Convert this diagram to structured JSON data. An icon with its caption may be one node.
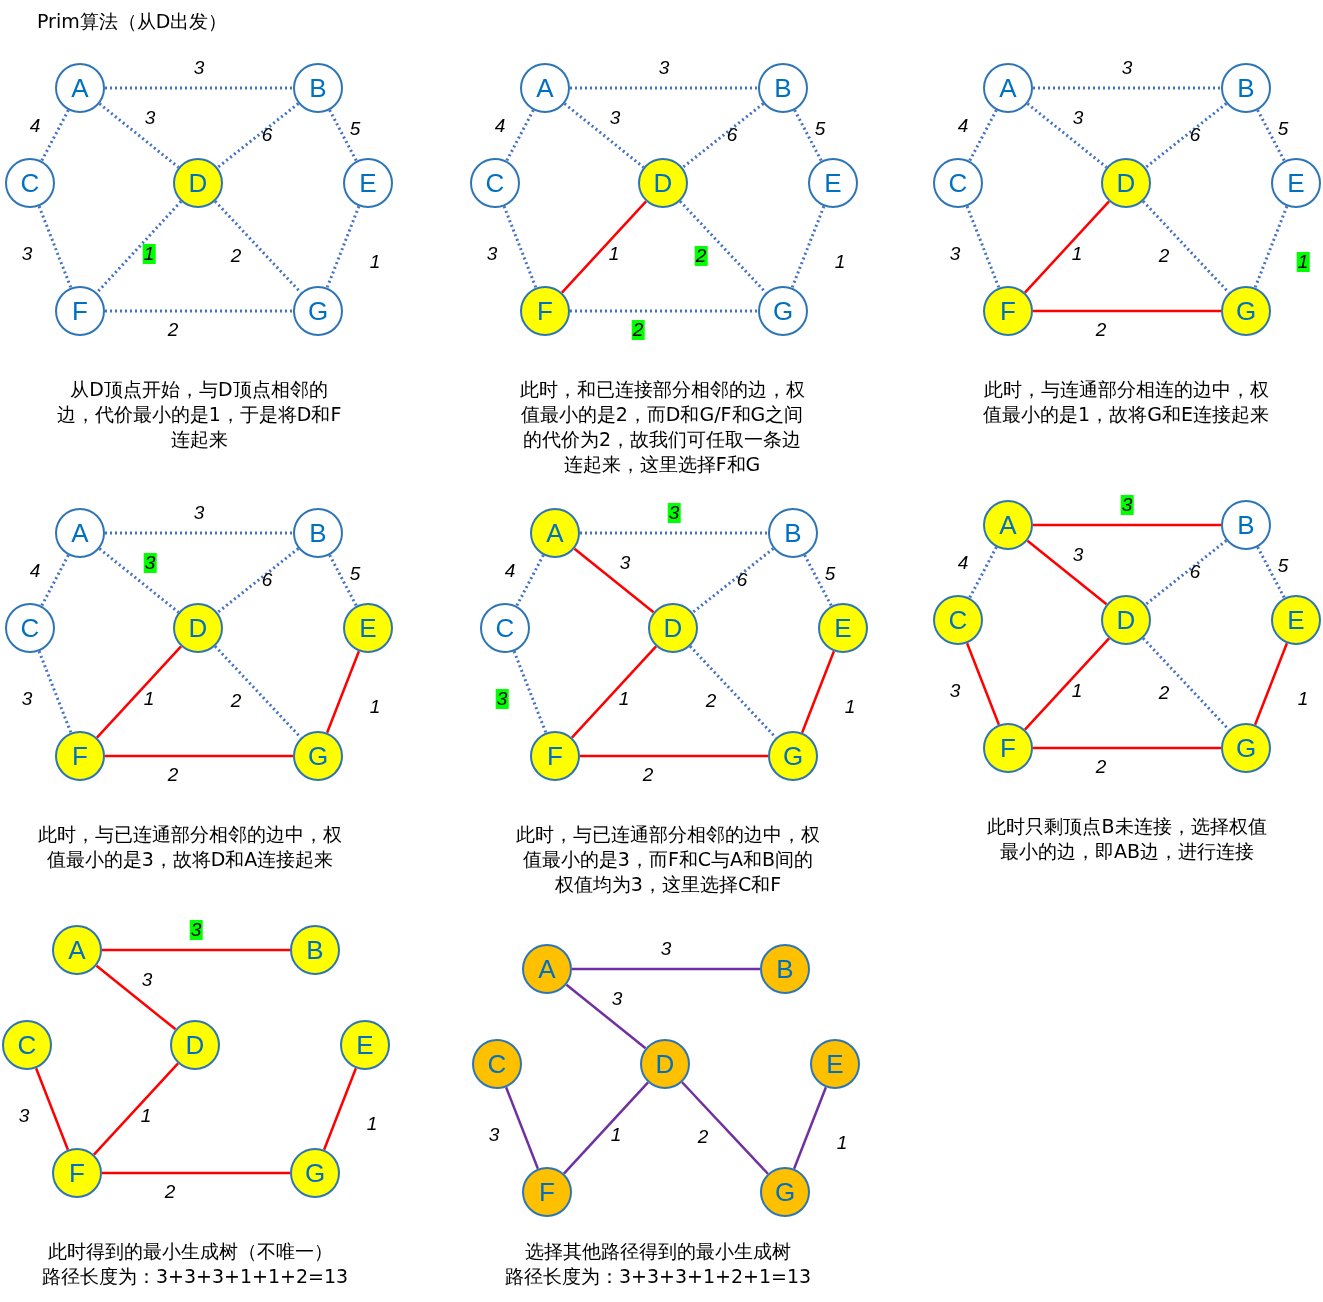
{
  "diagram": {
    "title": "Prim算法（从D出发）",
    "nodes": [
      {
        "text": [
          "A"
        ]
      },
      {
        "text": [
          "B"
        ]
      },
      {
        "text": [
          "C"
        ]
      },
      {
        "text": [
          "D"
        ]
      },
      {
        "text": [
          "E"
        ]
      },
      {
        "text": [
          "F"
        ]
      },
      {
        "text": [
          "G"
        ]
      },
      {
        "text": [
          "A"
        ]
      },
      {
        "text": [
          "B"
        ]
      },
      {
        "text": [
          "C"
        ]
      },
      {
        "text": [
          "D"
        ]
      },
      {
        "text": [
          "E"
        ]
      },
      {
        "text": [
          "F"
        ]
      },
      {
        "text": [
          "G"
        ]
      },
      {
        "text": [
          "A"
        ]
      },
      {
        "text": [
          "B"
        ]
      },
      {
        "text": [
          "C"
        ]
      },
      {
        "text": [
          "D"
        ]
      },
      {
        "text": [
          "E"
        ]
      },
      {
        "text": [
          "F"
        ]
      },
      {
        "text": [
          "G"
        ]
      },
      {
        "text": [
          "A"
        ]
      },
      {
        "text": [
          "B"
        ]
      },
      {
        "text": [
          "C"
        ]
      },
      {
        "text": [
          "D"
        ]
      },
      {
        "text": [
          "E"
        ]
      },
      {
        "text": [
          "F"
        ]
      },
      {
        "text": [
          "G"
        ]
      },
      {
        "text": [
          "A"
        ]
      },
      {
        "text": [
          "B"
        ]
      },
      {
        "text": [
          "C"
        ]
      },
      {
        "text": [
          "D"
        ]
      },
      {
        "text": [
          "E"
        ]
      },
      {
        "text": [
          "F"
        ]
      },
      {
        "text": [
          "G"
        ]
      },
      {
        "text": [
          "A"
        ]
      },
      {
        "text": [
          "B"
        ]
      },
      {
        "text": [
          "C"
        ]
      },
      {
        "text": [
          "D"
        ]
      },
      {
        "text": [
          "E"
        ]
      },
      {
        "text": [
          "F"
        ]
      },
      {
        "text": [
          "G"
        ]
      },
      {
        "text": [
          "A"
        ]
      },
      {
        "text": [
          "B"
        ]
      },
      {
        "text": [
          "C"
        ]
      },
      {
        "text": [
          "D"
        ]
      },
      {
        "text": [
          "E"
        ]
      },
      {
        "text": [
          "F"
        ]
      },
      {
        "text": [
          "G"
        ]
      },
      {
        "text": [
          "A"
        ]
      },
      {
        "text": [
          "B"
        ]
      },
      {
        "text": [
          "C"
        ]
      },
      {
        "text": [
          "D"
        ]
      },
      {
        "text": [
          "E"
        ]
      },
      {
        "text": [
          "F"
        ]
      },
      {
        "text": [
          "G"
        ]
      }
    ],
    "edges": [
      {
        "from": 0,
        "to": 1,
        "arrow": "none",
        "label": "3",
        "style": "dashed"
      },
      {
        "from": 0,
        "to": 2,
        "arrow": "none",
        "label": "4",
        "style": "dashed"
      },
      {
        "from": 0,
        "to": 3,
        "arrow": "none",
        "label": "3",
        "style": "dashed"
      },
      {
        "from": 1,
        "to": 3,
        "arrow": "none",
        "label": "6",
        "style": "dashed"
      },
      {
        "from": 1,
        "to": 4,
        "arrow": "none",
        "label": "5",
        "style": "dashed"
      },
      {
        "from": 2,
        "to": 5,
        "arrow": "none",
        "label": "3",
        "style": "dashed"
      },
      {
        "from": 3,
        "to": 5,
        "arrow": "none",
        "label": "1",
        "style": "dashed"
      },
      {
        "from": 3,
        "to": 6,
        "arrow": "none",
        "label": "2",
        "style": "dashed"
      },
      {
        "from": 4,
        "to": 6,
        "arrow": "none",
        "label": "1",
        "style": "dashed"
      },
      {
        "from": 5,
        "to": 6,
        "arrow": "none",
        "label": "2",
        "style": "dashed"
      },
      {
        "from": 7,
        "to": 8,
        "arrow": "none",
        "label": "3",
        "style": "dashed"
      },
      {
        "from": 7,
        "to": 9,
        "arrow": "none",
        "label": "4",
        "style": "dashed"
      },
      {
        "from": 7,
        "to": 10,
        "arrow": "none",
        "label": "3",
        "style": "dashed"
      },
      {
        "from": 8,
        "to": 10,
        "arrow": "none",
        "label": "6",
        "style": "dashed"
      },
      {
        "from": 8,
        "to": 11,
        "arrow": "none",
        "label": "5",
        "style": "dashed"
      },
      {
        "from": 9,
        "to": 12,
        "arrow": "none",
        "label": "3",
        "style": "dashed"
      },
      {
        "from": 10,
        "to": 12,
        "arrow": "none",
        "label": "1",
        "color": "#ff0000"
      },
      {
        "from": 10,
        "to": 13,
        "arrow": "none",
        "label": "2",
        "style": "dashed"
      },
      {
        "from": 11,
        "to": 13,
        "arrow": "none",
        "label": "1",
        "style": "dashed"
      },
      {
        "from": 12,
        "to": 13,
        "arrow": "none",
        "label": "2",
        "style": "dashed"
      },
      {
        "from": 14,
        "to": 15,
        "arrow": "none",
        "label": "3",
        "style": "dashed"
      },
      {
        "from": 14,
        "to": 16,
        "arrow": "none",
        "label": "4",
        "style": "dashed"
      },
      {
        "from": 14,
        "to": 17,
        "arrow": "none",
        "label": "3",
        "style": "dashed"
      },
      {
        "from": 15,
        "to": 17,
        "arrow": "none",
        "label": "6",
        "style": "dashed"
      },
      {
        "from": 15,
        "to": 18,
        "arrow": "none",
        "label": "5",
        "style": "dashed"
      },
      {
        "from": 16,
        "to": 19,
        "arrow": "none",
        "label": "3",
        "style": "dashed"
      },
      {
        "from": 17,
        "to": 19,
        "arrow": "none",
        "label": "1",
        "color": "#ff0000"
      },
      {
        "from": 17,
        "to": 20,
        "arrow": "none",
        "label": "2",
        "style": "dashed"
      },
      {
        "from": 18,
        "to": 20,
        "arrow": "none",
        "label": "1",
        "style": "dashed"
      },
      {
        "from": 19,
        "to": 20,
        "arrow": "none",
        "label": "2",
        "color": "#ff0000"
      },
      {
        "from": 21,
        "to": 22,
        "arrow": "none",
        "label": "3",
        "style": "dashed"
      },
      {
        "from": 21,
        "to": 23,
        "arrow": "none",
        "label": "4",
        "style": "dashed"
      },
      {
        "from": 21,
        "to": 24,
        "arrow": "none",
        "label": "3",
        "style": "dashed"
      },
      {
        "from": 22,
        "to": 24,
        "arrow": "none",
        "label": "6",
        "style": "dashed"
      },
      {
        "from": 22,
        "to": 25,
        "arrow": "none",
        "label": "5",
        "style": "dashed"
      },
      {
        "from": 23,
        "to": 26,
        "arrow": "none",
        "label": "3",
        "style": "dashed"
      },
      {
        "from": 24,
        "to": 26,
        "arrow": "none",
        "label": "1",
        "color": "#ff0000"
      },
      {
        "from": 24,
        "to": 27,
        "arrow": "none",
        "label": "2",
        "style": "dashed"
      },
      {
        "from": 25,
        "to": 27,
        "arrow": "none",
        "label": "1",
        "color": "#ff0000"
      },
      {
        "from": 26,
        "to": 27,
        "arrow": "none",
        "label": "2",
        "color": "#ff0000"
      },
      {
        "from": 28,
        "to": 29,
        "arrow": "none",
        "label": "3",
        "style": "dashed"
      },
      {
        "from": 28,
        "to": 30,
        "arrow": "none",
        "label": "4",
        "style": "dashed"
      },
      {
        "from": 28,
        "to": 31,
        "arrow": "none",
        "label": "3",
        "color": "#ff0000"
      },
      {
        "from": 29,
        "to": 31,
        "arrow": "none",
        "label": "6",
        "style": "dashed"
      },
      {
        "from": 29,
        "to": 32,
        "arrow": "none",
        "label": "5",
        "style": "dashed"
      },
      {
        "from": 30,
        "to": 33,
        "arrow": "none",
        "label": "3",
        "style": "dashed"
      },
      {
        "from": 31,
        "to": 33,
        "arrow": "none",
        "label": "1",
        "color": "#ff0000"
      },
      {
        "from": 31,
        "to": 34,
        "arrow": "none",
        "label": "2",
        "style": "dashed"
      },
      {
        "from": 32,
        "to": 34,
        "arrow": "none",
        "label": "1",
        "color": "#ff0000"
      },
      {
        "from": 33,
        "to": 34,
        "arrow": "none",
        "label": "2",
        "color": "#ff0000"
      },
      {
        "from": 35,
        "to": 36,
        "arrow": "none",
        "label": "3",
        "color": "#ff0000"
      },
      {
        "from": 35,
        "to": 37,
        "arrow": "none",
        "label": "4",
        "style": "dashed"
      },
      {
        "from": 35,
        "to": 38,
        "arrow": "none",
        "label": "3",
        "color": "#ff0000"
      },
      {
        "from": 36,
        "to": 38,
        "arrow": "none",
        "label": "6",
        "style": "dashed"
      },
      {
        "from": 36,
        "to": 39,
        "arrow": "none",
        "label": "5",
        "style": "dashed"
      },
      {
        "from": 37,
        "to": 40,
        "arrow": "none",
        "label": "3",
        "color": "#ff0000"
      },
      {
        "from": 38,
        "to": 40,
        "arrow": "none",
        "label": "1",
        "color": "#ff0000"
      },
      {
        "from": 38,
        "to": 41,
        "arrow": "none",
        "label": "2",
        "style": "dashed"
      },
      {
        "from": 39,
        "to": 41,
        "arrow": "none",
        "label": "1",
        "color": "#ff0000"
      },
      {
        "from": 40,
        "to": 41,
        "arrow": "none",
        "label": "2",
        "color": "#ff0000"
      },
      {
        "from": 42,
        "to": 43,
        "arrow": "none",
        "label": "3",
        "color": "#ff0000"
      },
      {
        "from": 42,
        "to": 45,
        "arrow": "none",
        "label": "3",
        "color": "#ff0000"
      },
      {
        "from": 44,
        "to": 47,
        "arrow": "none",
        "label": "3",
        "color": "#ff0000"
      },
      {
        "from": 45,
        "to": 47,
        "arrow": "none",
        "label": "1",
        "color": "#ff0000"
      },
      {
        "from": 46,
        "to": 48,
        "arrow": "none",
        "label": "1",
        "color": "#ff0000"
      },
      {
        "from": 47,
        "to": 48,
        "arrow": "none",
        "label": "2",
        "color": "#ff0000"
      },
      {
        "from": 49,
        "to": 50,
        "arrow": "none",
        "label": "3",
        "color": "#7030a0"
      },
      {
        "from": 49,
        "to": 52,
        "arrow": "none",
        "label": "3",
        "color": "#7030a0"
      },
      {
        "from": 51,
        "to": 54,
        "arrow": "none",
        "label": "3",
        "color": "#7030a0"
      },
      {
        "from": 52,
        "to": 54,
        "arrow": "none",
        "label": "1",
        "color": "#7030a0"
      },
      {
        "from": 52,
        "to": 55,
        "arrow": "none",
        "label": "2",
        "color": "#7030a0"
      },
      {
        "from": 53,
        "to": 55,
        "arrow": "none",
        "label": "1",
        "color": "#7030a0"
      }
    ],
    "labels": [
      "从D顶点开始，与D顶点相邻的边，代价最小的是1，于是将D和F连起来",
      "此时，和已连接部分相邻的边，权值最小的是2，而D和G/F和G之间的代价为2，故我们可任取一条边连起来，这里选择F和G",
      "此时，与连通部分相连的边中，权值最小的是1，故将G和E连接起来",
      "此时，与已连通部分相邻的边中，权值最小的是3，故将D和A连接起来",
      "此时，与已连通部分相邻的边中，权值最小的是3，而F和C与A和B间的权值均为3，这里选择C和F",
      "此时只剩顶点B未连接，选择权值最小的边，即AB边，进行连接",
      "此时得到的最小生成树（不唯一）",
      "路径长度为：3+3+3+1+1+2=13",
      "选择其他路径得到的最小生成树",
      "路径长度为：3+3+3+1+2+1=13"
    ]
  }
}
